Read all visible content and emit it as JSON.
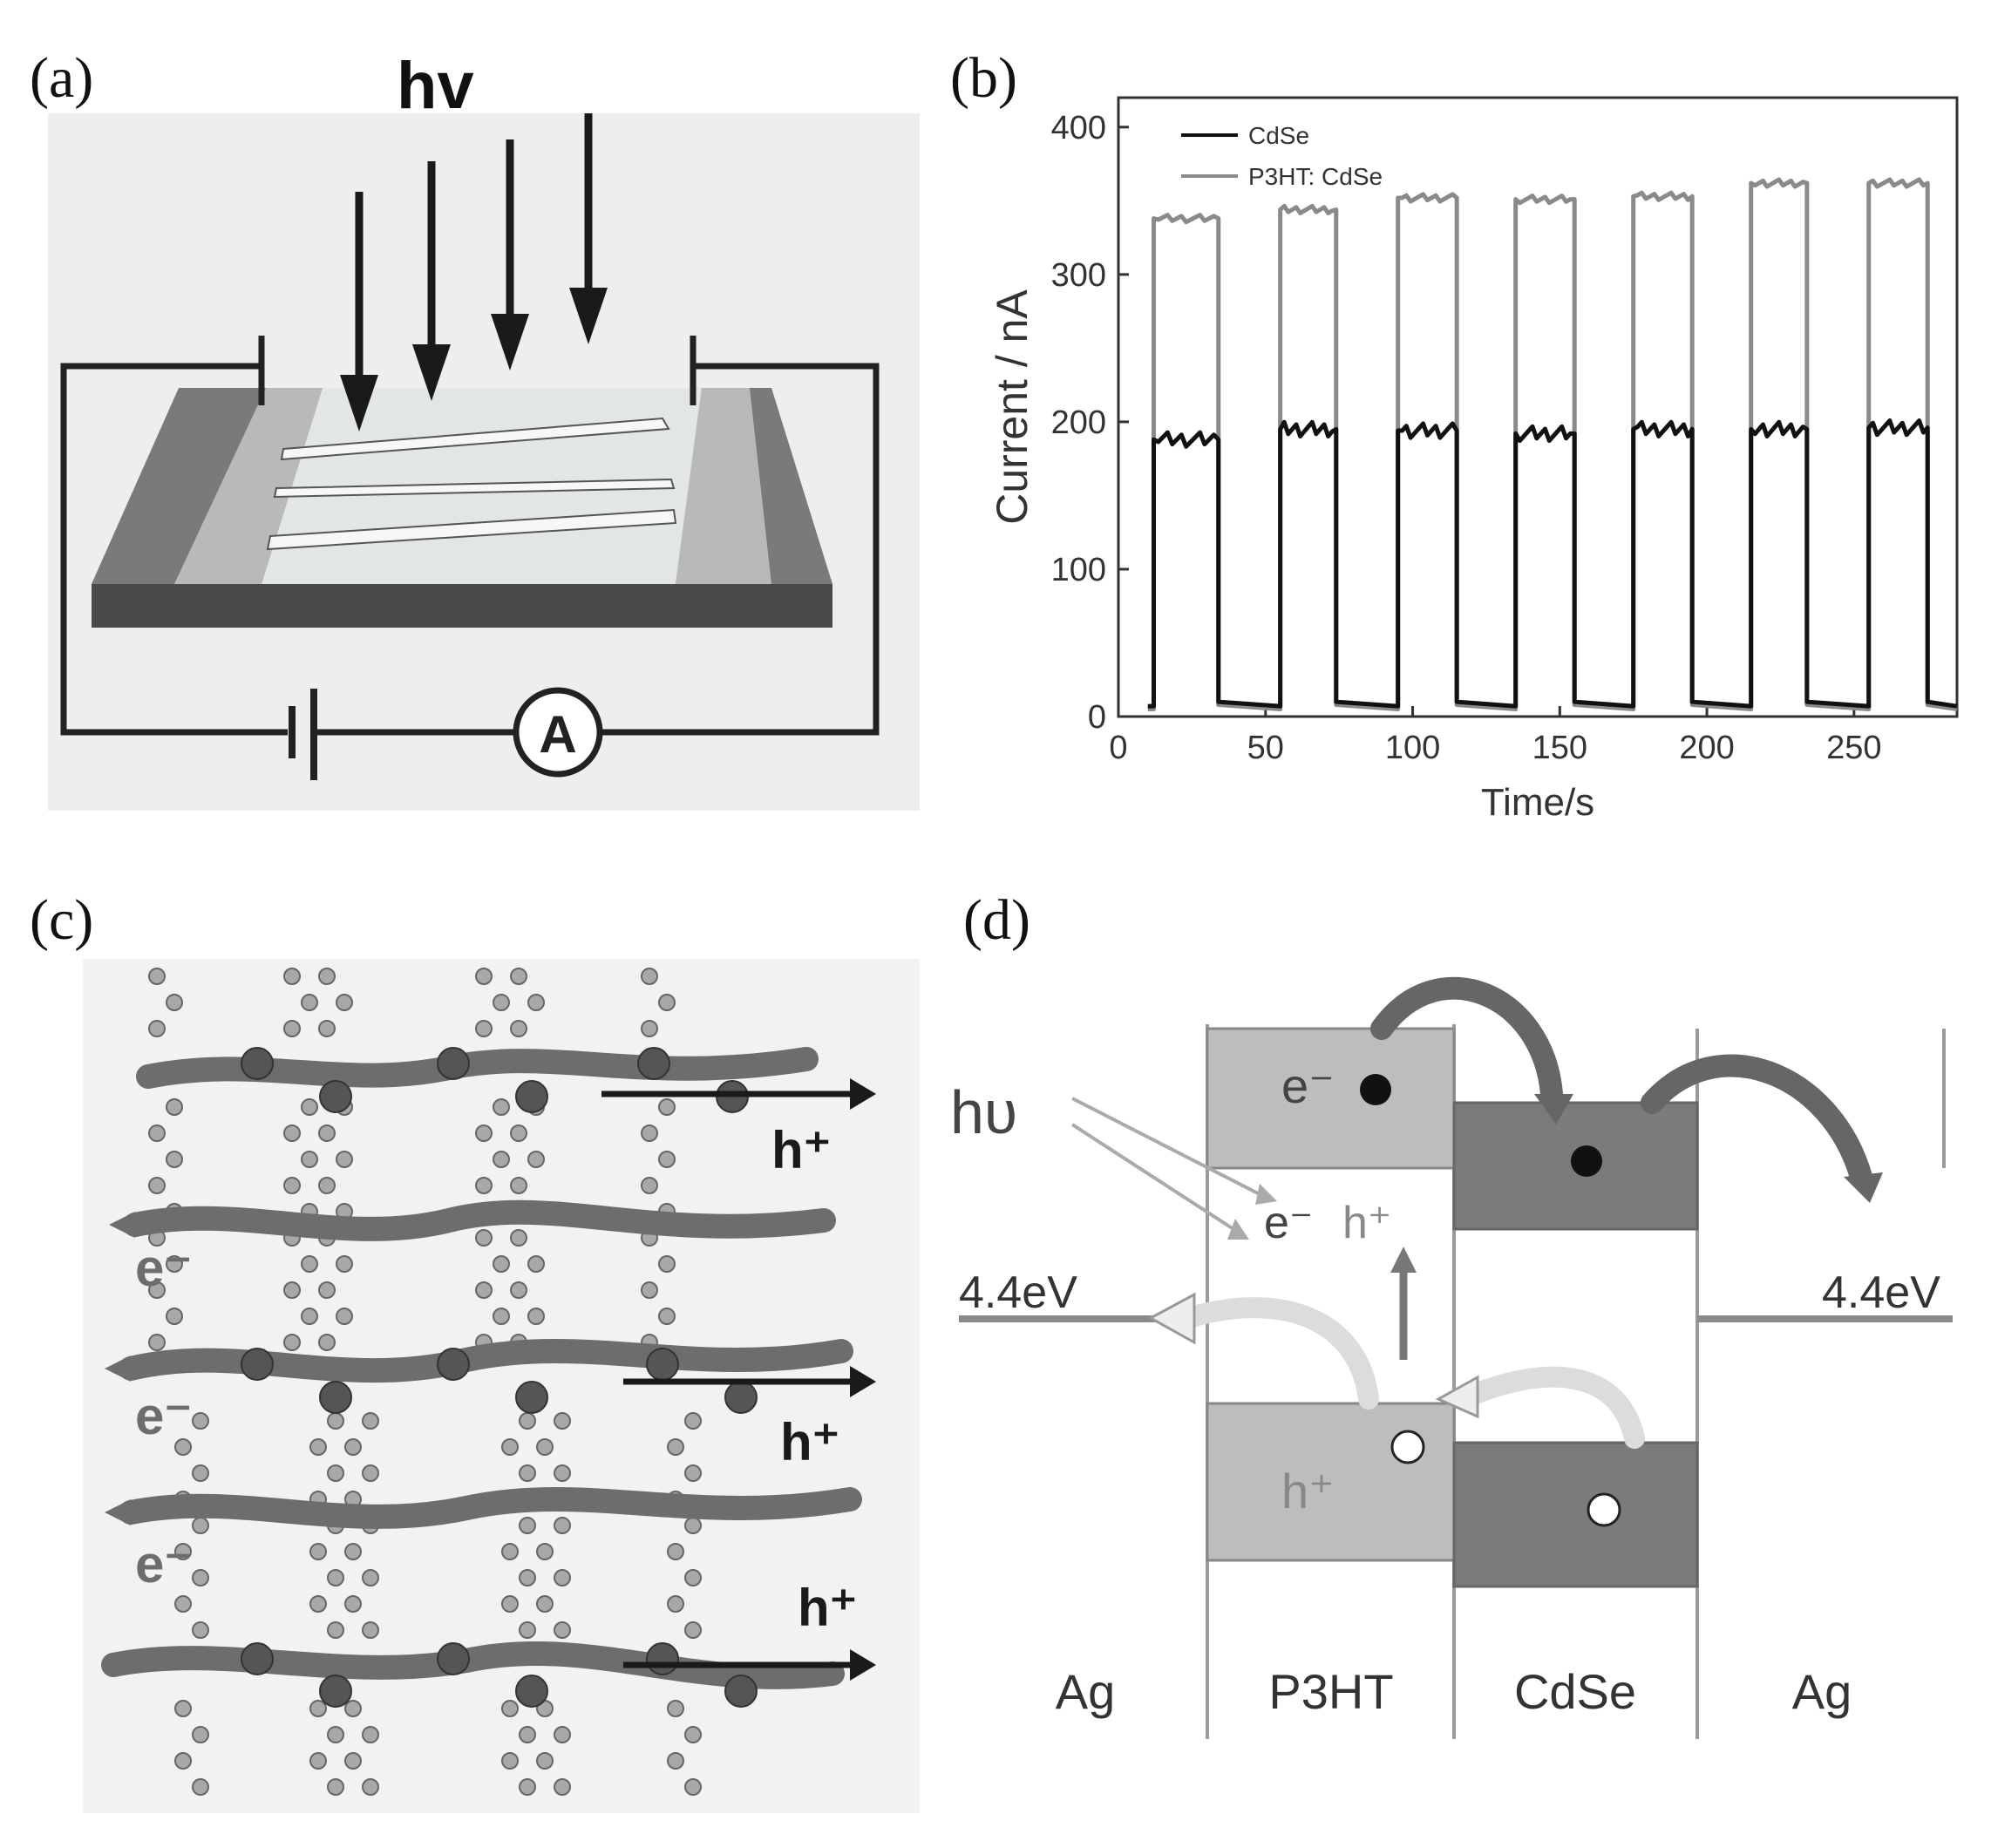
{
  "panels": {
    "a": {
      "label": "(a)",
      "light_symbol": "hv",
      "ammeter_symbol": "A"
    },
    "b": {
      "label": "(b)"
    },
    "c": {
      "label": "(c)",
      "electron_label": "e⁻",
      "hole_label": "h⁺"
    },
    "d": {
      "label": "(d)",
      "light_symbol": "hυ",
      "electron_label": "e⁻",
      "hole_label": "h⁺",
      "work_function_left": "4.4eV",
      "work_function_right": "4.4eV",
      "layers": [
        "Ag",
        "P3HT",
        "CdSe",
        "Ag"
      ]
    }
  },
  "chart_data": {
    "type": "line",
    "title": "",
    "xlabel": "Time/s",
    "ylabel": "Current / nA",
    "xlim": [
      0,
      285
    ],
    "ylim": [
      0,
      420
    ],
    "xticks": [
      0,
      50,
      100,
      150,
      200,
      250
    ],
    "yticks": [
      0,
      100,
      200,
      300,
      400
    ],
    "grid": false,
    "legend_position": "top-left",
    "series": [
      {
        "name": "CdSe",
        "color": "#111111",
        "on_intervals": [
          [
            12,
            34
          ],
          [
            55,
            74
          ],
          [
            95,
            115
          ],
          [
            135,
            155
          ],
          [
            175,
            195
          ],
          [
            215,
            234
          ],
          [
            255,
            275
          ]
        ],
        "on_levels": [
          188,
          195,
          194,
          192,
          195,
          195,
          196
        ],
        "off_level": 7
      },
      {
        "name": "P3HT: CdSe",
        "color": "#8a8a8a",
        "on_intervals": [
          [
            12,
            34
          ],
          [
            55,
            74
          ],
          [
            95,
            115
          ],
          [
            135,
            155
          ],
          [
            175,
            195
          ],
          [
            215,
            234
          ],
          [
            255,
            275
          ]
        ],
        "on_levels": [
          338,
          344,
          352,
          351,
          353,
          362,
          362
        ],
        "off_level": 5
      }
    ]
  }
}
